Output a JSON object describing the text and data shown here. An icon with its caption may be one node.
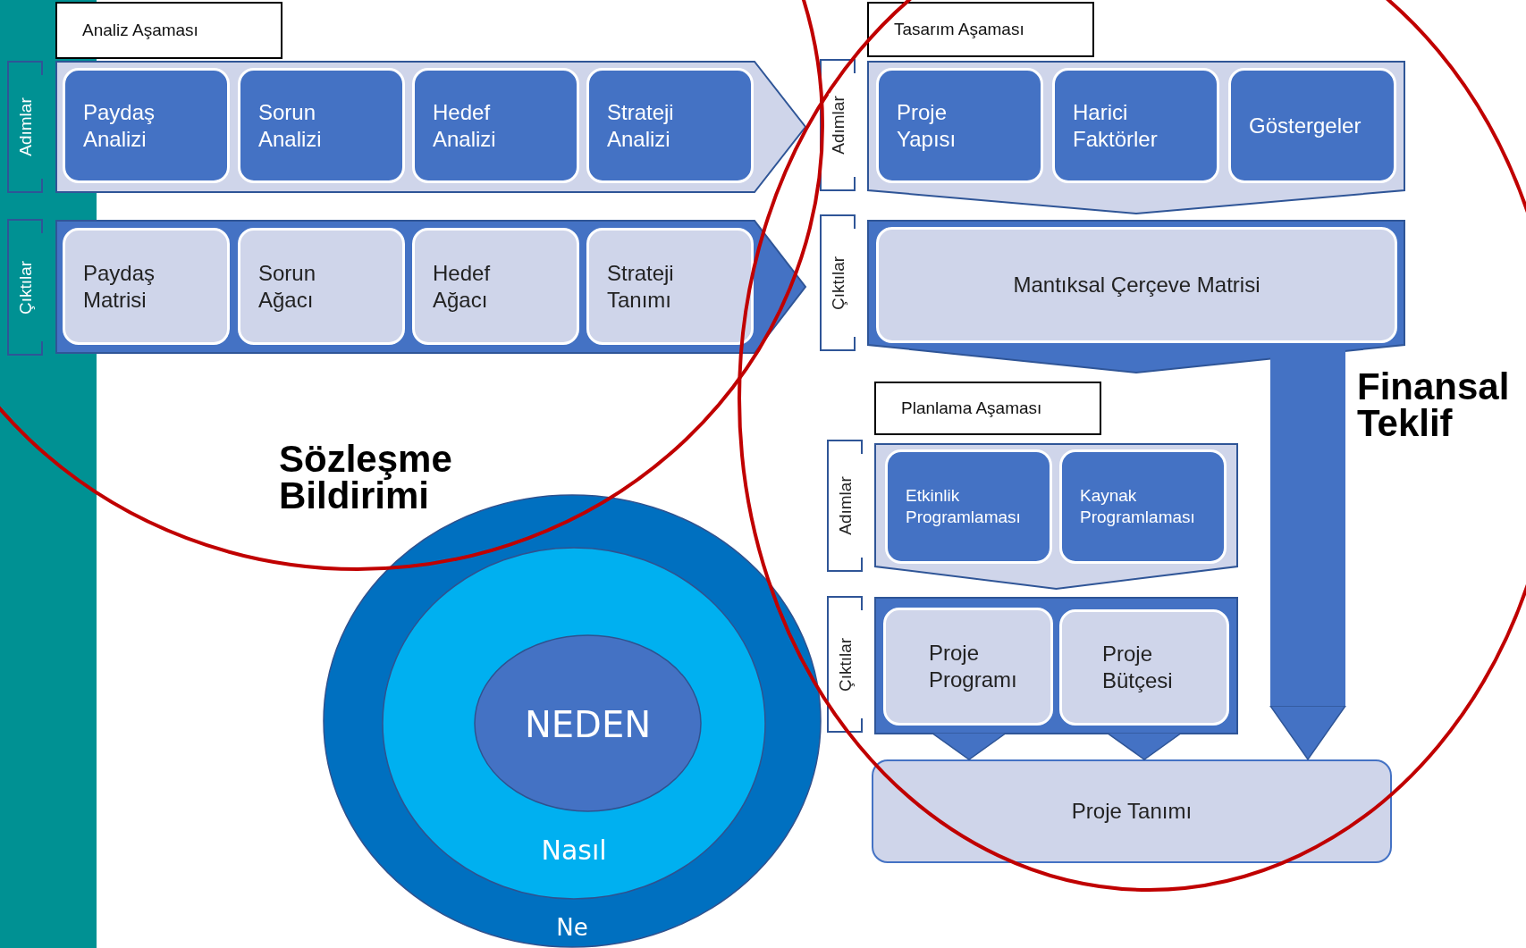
{
  "diagram": {
    "nodes": [
      {
        "text": [
          "Analiz Aşaması"
        ]
      },
      {
        "text": [
          "Adımlar"
        ]
      },
      {
        "text": [],
        "shape": "arrow"
      },
      {
        "text": [
          "Paydaş Analizi"
        ],
        "in": 2
      },
      {
        "text": [
          "Sorun Analizi"
        ],
        "in": 2
      },
      {
        "text": [
          "Hedef Analizi"
        ],
        "in": 2
      },
      {
        "text": [
          "Strateji Analizi"
        ],
        "in": 2
      },
      {
        "text": [
          "Çıktılar"
        ]
      },
      {
        "text": [],
        "shape": "arrow"
      },
      {
        "text": [
          "Paydaş Matrisi"
        ],
        "in": 8
      },
      {
        "text": [
          "Sorun Ağacı"
        ],
        "in": 8
      },
      {
        "text": [
          "Hedef Ağacı"
        ],
        "in": 8
      },
      {
        "text": [
          "Strateji Tanımı"
        ],
        "in": 8
      },
      {
        "text": [
          "Tasarım Aşaması"
        ]
      },
      {
        "text": [
          "Adımlar"
        ]
      },
      {
        "text": [],
        "shape": "arrow"
      },
      {
        "text": [
          "Proje Yapısı"
        ],
        "in": 15
      },
      {
        "text": [
          "Harici Faktörler"
        ],
        "in": 15
      },
      {
        "text": [
          "Göstergeler"
        ],
        "in": 15
      },
      {
        "text": [
          "Çıktılar"
        ]
      },
      {
        "text": [],
        "shape": "arrow"
      },
      {
        "text": [
          "Mantıksal Çerçeve Matrisi"
        ],
        "in": 20
      },
      {
        "text": [
          "Planlama Aşaması"
        ]
      },
      {
        "text": [
          "Adımlar"
        ]
      },
      {
        "text": [],
        "shape": "arrow"
      },
      {
        "text": [
          "Etkinlik Programlaması"
        ],
        "in": 24
      },
      {
        "text": [
          "Kaynak Programlaması"
        ],
        "in": 24
      },
      {
        "text": [
          "Çıktılar"
        ]
      },
      {
        "text": [],
        "shape": "box"
      },
      {
        "text": [
          "Proje Programı"
        ],
        "in": 28
      },
      {
        "text": [
          "Proje Bütçesi"
        ],
        "in": 28
      },
      {
        "text": [
          "Proje Tanımı"
        ]
      },
      {
        "text": [
          "Ne"
        ]
      },
      {
        "text": [
          "Nasıl"
        ],
        "in": 32
      },
      {
        "text": [
          "NEDEN"
        ],
        "in": 33
      }
    ],
    "edges": [
      {
        "from": 29,
        "to": 31,
        "arrow": "to"
      },
      {
        "from": 30,
        "to": 31,
        "arrow": "to"
      },
      {
        "from": 20,
        "to": 31,
        "arrow": "to"
      }
    ],
    "labels": [
      "Finansal Teklif",
      "Sözleşme Bildirimi"
    ]
  }
}
